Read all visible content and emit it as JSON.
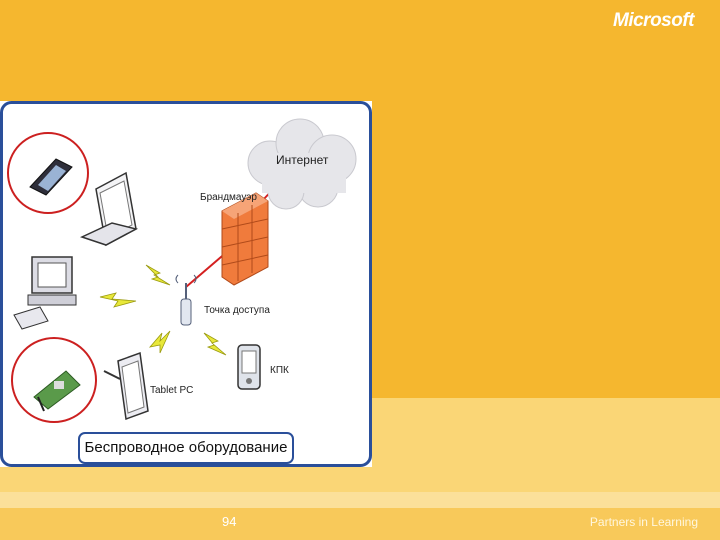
{
  "slide": {
    "brand": "Microsoft",
    "page_number": "94",
    "tagline": "Partners in Learning"
  },
  "diagram": {
    "labels": {
      "internet": "Интернет",
      "firewall": "Брандмауэр",
      "access_point": "Точка доступа",
      "tablet": "Tablet PC",
      "pda": "КПК"
    },
    "caption": "Беспроводное оборудование"
  },
  "colors": {
    "slide_orange": "#f5b72f",
    "lower_band": "#fad676",
    "diagram_frame": "#2a4f9a",
    "highlight_circle": "#cc2020",
    "link_line": "#d42020"
  },
  "icons": [
    "pda-card-icon",
    "laptop-icon",
    "desktop-pc-icon",
    "wireless-card-icon",
    "cloud-icon",
    "firewall-icon",
    "access-point-icon",
    "tablet-pc-icon",
    "pda-icon",
    "lightning-icon"
  ]
}
